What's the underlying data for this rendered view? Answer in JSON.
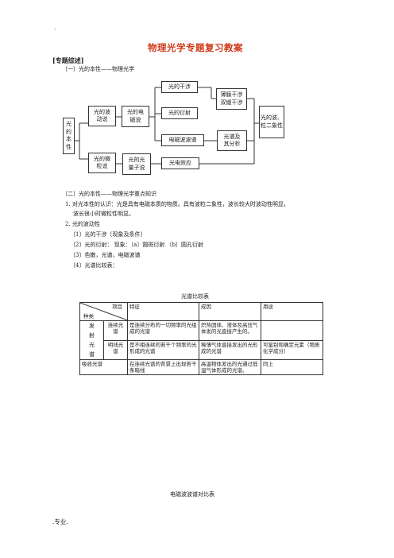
{
  "header_mark": ".",
  "title": "物理光学专题复习教案",
  "section_label": "[专题综述]",
  "part1_heading": "〔一〕光的本性——物理光学",
  "diagram": {
    "left_label": "光的本性",
    "wave": "光的波动说",
    "particle": "光的微粒说",
    "em": "光的电磁说",
    "quantum": "光的光量子说",
    "interference": "光的干涉",
    "diffraction": "光的衍射",
    "em_spectrum": "电磁波波谱",
    "photoelectric": "光电效应",
    "film_double": "薄膜干涉双缝干涉",
    "spectrum_analysis": "光谱及其分析",
    "duality": "光的波、粒二象性"
  },
  "part2_heading": "〔二〕光的本性——物理光学重点知识",
  "items": {
    "i1_a": "1.  对光本性的认识：光是具有电磁本质的物质。具有波粒二象性，波长较大时波动性明显，",
    "i1_b": "波长很小时微粒性明显。",
    "i2": "2.  光的波动性",
    "s1": "〔1〕光的干涉〔现象及条件〕",
    "s2": "〔2〕光的衍射：  现象：〔a〕圆斑衍射      〔b〕圆孔衍射",
    "s3": "〔3〕色散，光谱，电磁波谱",
    "s4": "〔4〕光谱比较表："
  },
  "table": {
    "caption": "光谱比较表",
    "header_item": "项目",
    "header_kind": "种类",
    "col_feature": "特征",
    "col_cause": "成因",
    "col_use": "用途",
    "emission": "发射光谱",
    "cont_name": "连续光谱",
    "cont_feature": "是连续分布的一切频率的光组成的光谱",
    "cont_cause": "炽热固体、液体及高压气体发的光直接产生的。",
    "cont_use": "",
    "line_name": "明线光谱",
    "line_feature": "是不相连续的若干个频率的光形成的光谱",
    "line_cause": "稀薄气体直接发出的光形成的光谱",
    "line_use": "可鉴别和确定元素（物质化学成分）",
    "abs_name": "吸收光谱",
    "abs_feature": "在连续光谱的背景上出现若干条暗线",
    "abs_cause": "高温物体发出的光通过低温气体形成的光谱。",
    "abs_use": "同上"
  },
  "em_table_caption": "电磁波波谱对比表",
  "footer": ".专业."
}
